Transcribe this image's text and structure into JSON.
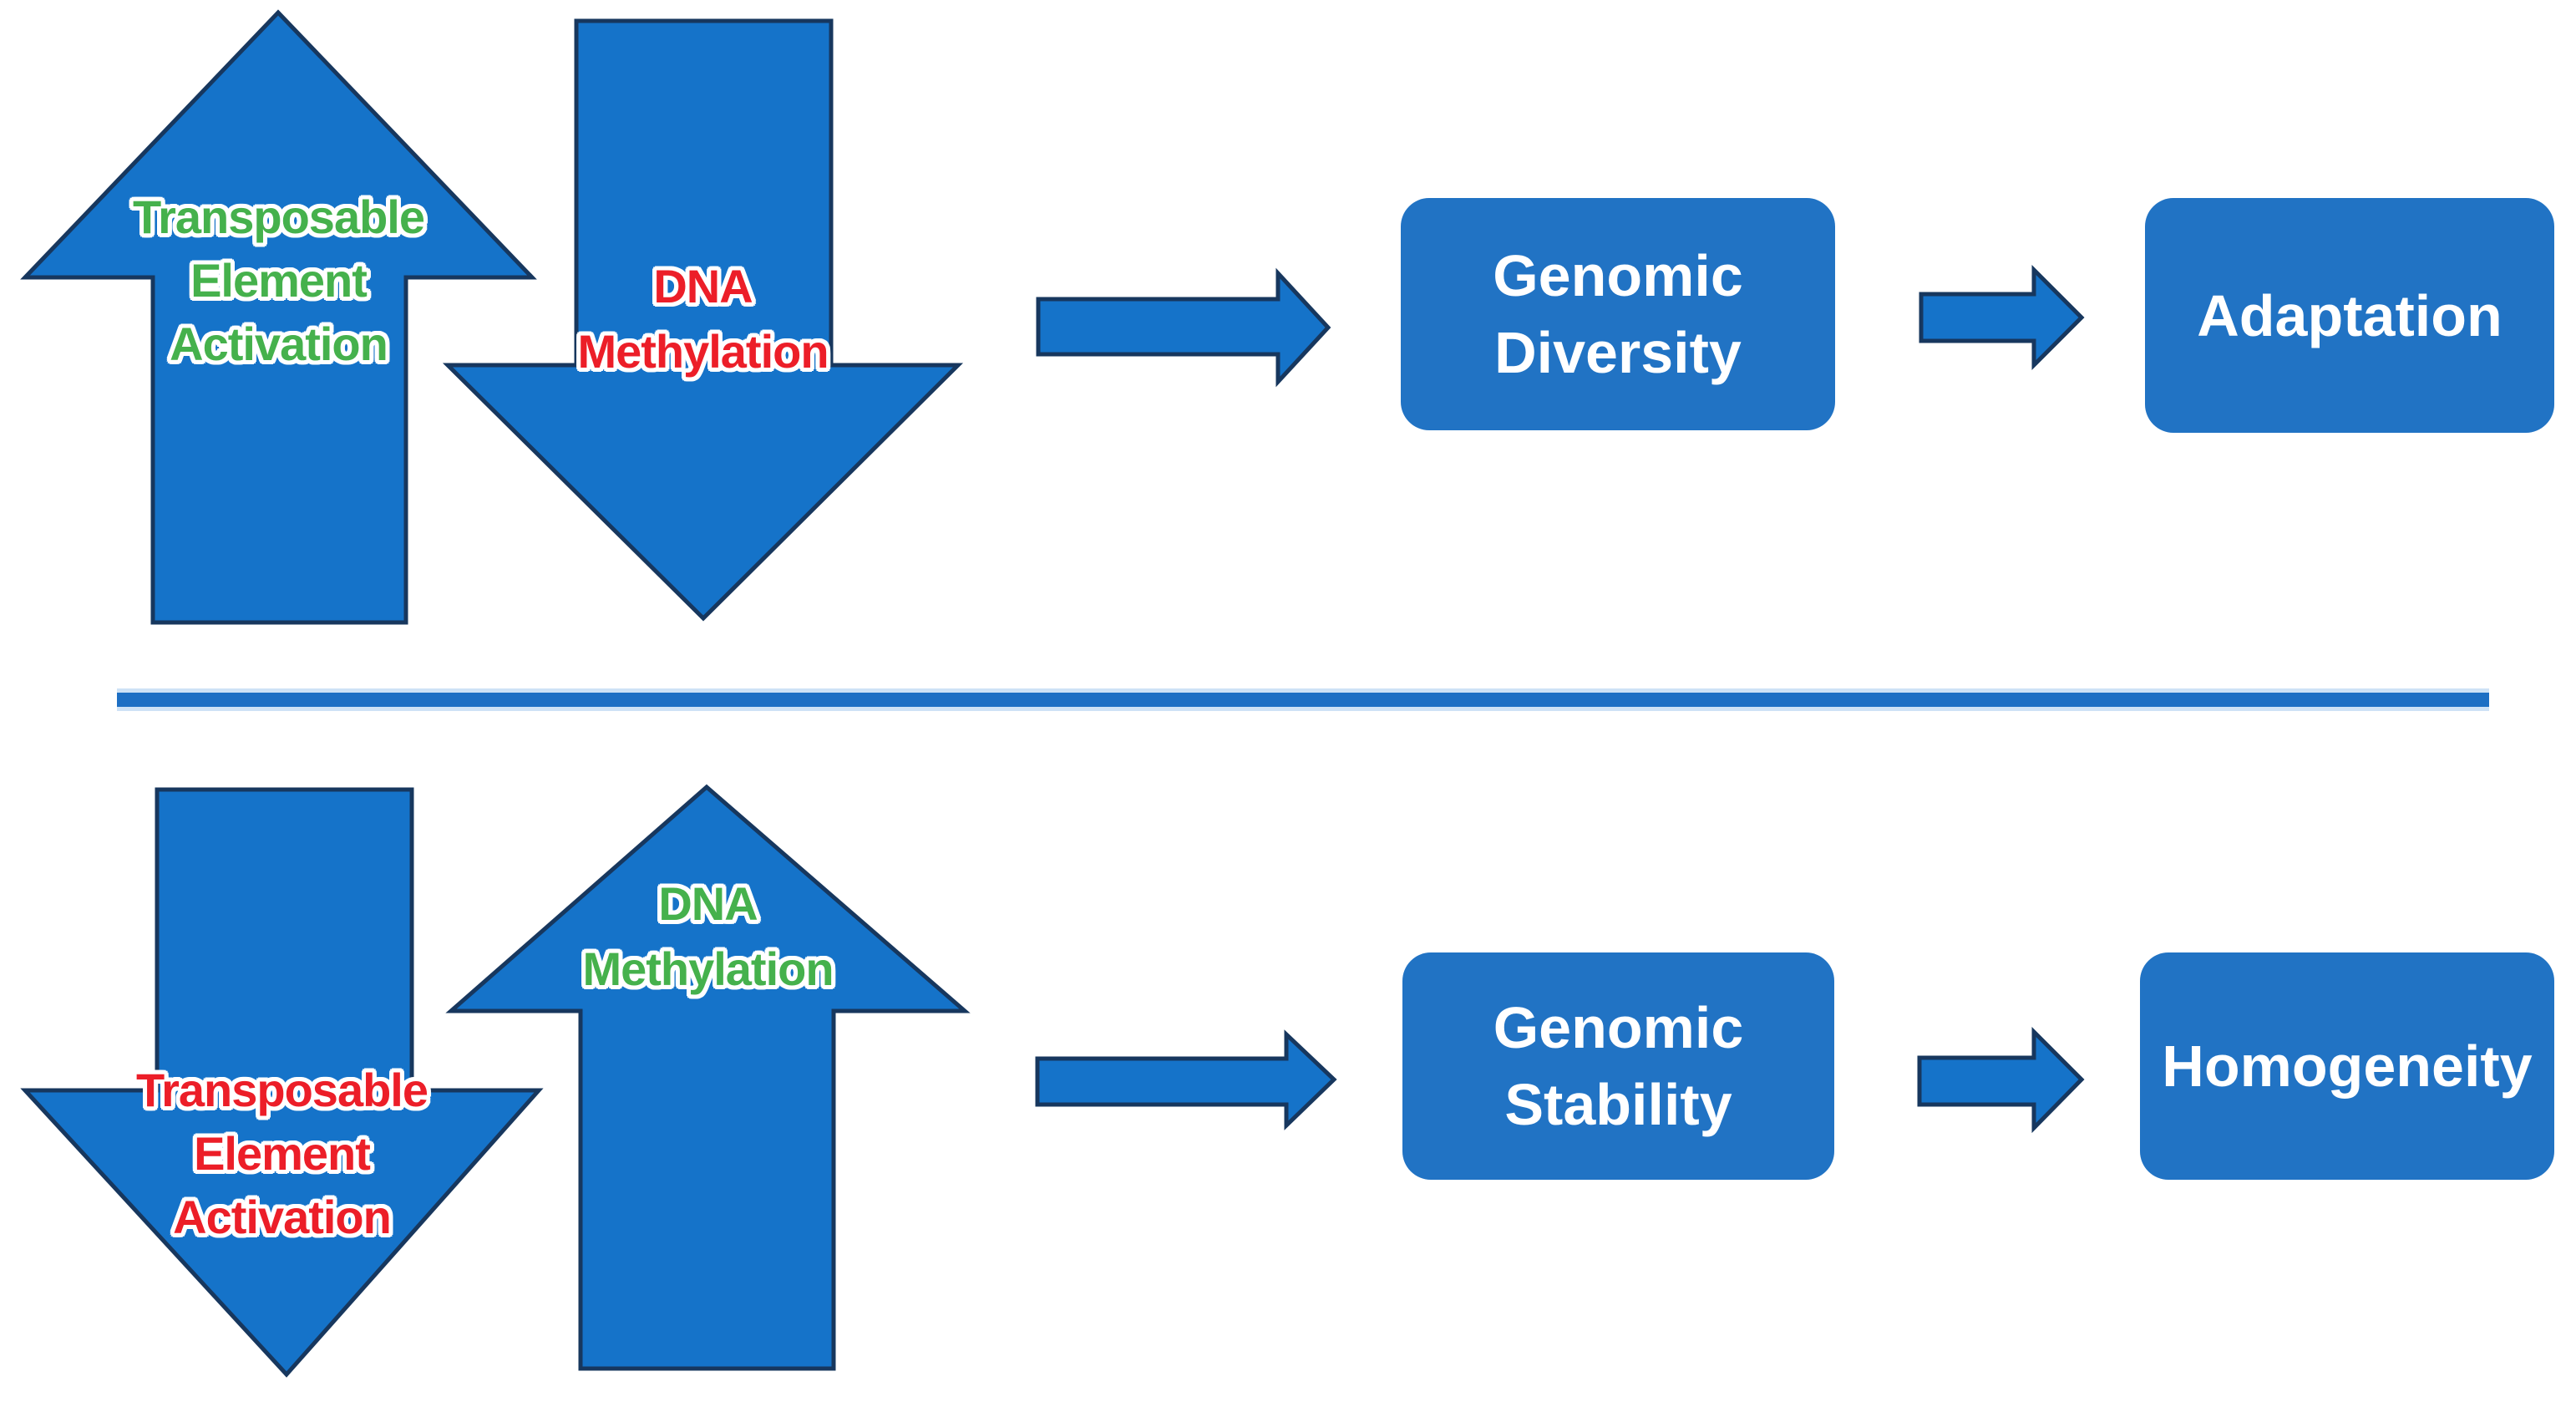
{
  "figure": {
    "background": "#ffffff",
    "palette": {
      "arrow_fill": "#1573C9",
      "box_fill": "#2173C4",
      "shape_border": "#17375E",
      "divider": "#1D6FC4",
      "green_label": "#45B14C",
      "red_label": "#EC1E28",
      "box_text": "#FFFFFF"
    },
    "top_pathway": {
      "transposable_element_arrow": {
        "direction": "up",
        "label": "Transposable\nElement\nActivation",
        "label_color": "#45B14C"
      },
      "dna_methylation_arrow": {
        "direction": "down",
        "label": "DNA\nMethylation",
        "label_color": "#EC1E28"
      },
      "outcome_box_1": "Genomic\nDiversity",
      "outcome_box_2": "Adaptation"
    },
    "bottom_pathway": {
      "transposable_element_arrow": {
        "direction": "down",
        "label": "Transposable\nElement\nActivation",
        "label_color": "#EC1E28"
      },
      "dna_methylation_arrow": {
        "direction": "up",
        "label": "DNA\nMethylation",
        "label_color": "#45B14C"
      },
      "outcome_box_1": "Genomic\nStability",
      "outcome_box_2": "Homogeneity"
    }
  }
}
